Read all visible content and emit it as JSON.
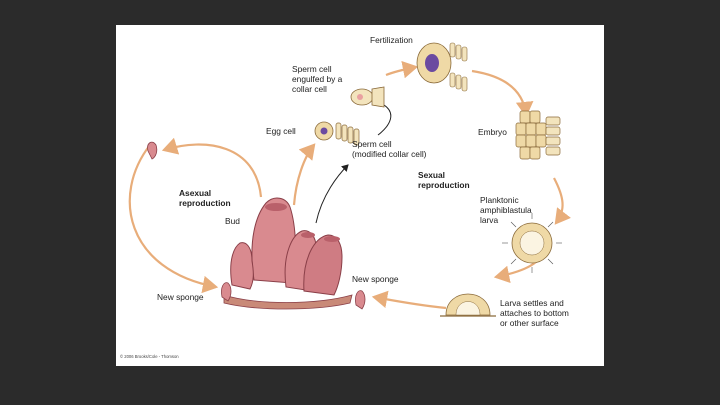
{
  "diagram": {
    "labels": {
      "fertilization": "Fertilization",
      "sperm_engulfed": "Sperm cell\nengulfed by a\ncollar cell",
      "egg_cell": "Egg cell",
      "sperm_cell": "Sperm cell\n(modified collar cell)",
      "embryo": "Embryo",
      "sexual_reproduction": "Sexual\nreproduction",
      "asexual_reproduction": "Asexual\nreproduction",
      "bud": "Bud",
      "planktonic_larva": "Planktonic\namphiblastula\nlarva",
      "new_sponge_left": "New sponge",
      "new_sponge_right": "New sponge",
      "larva_settles": "Larva settles and\nattaches to bottom\nor other surface"
    },
    "copyright": "© 2006 Brooks/Cole - Thomson",
    "colors": {
      "background": "#2b2b2b",
      "slide": "#ffffff",
      "arrow": "#e8ad7a",
      "sponge": "#d98a8f",
      "cell_fill": "#efd9a6",
      "nucleus": "#6b4aa0"
    }
  }
}
